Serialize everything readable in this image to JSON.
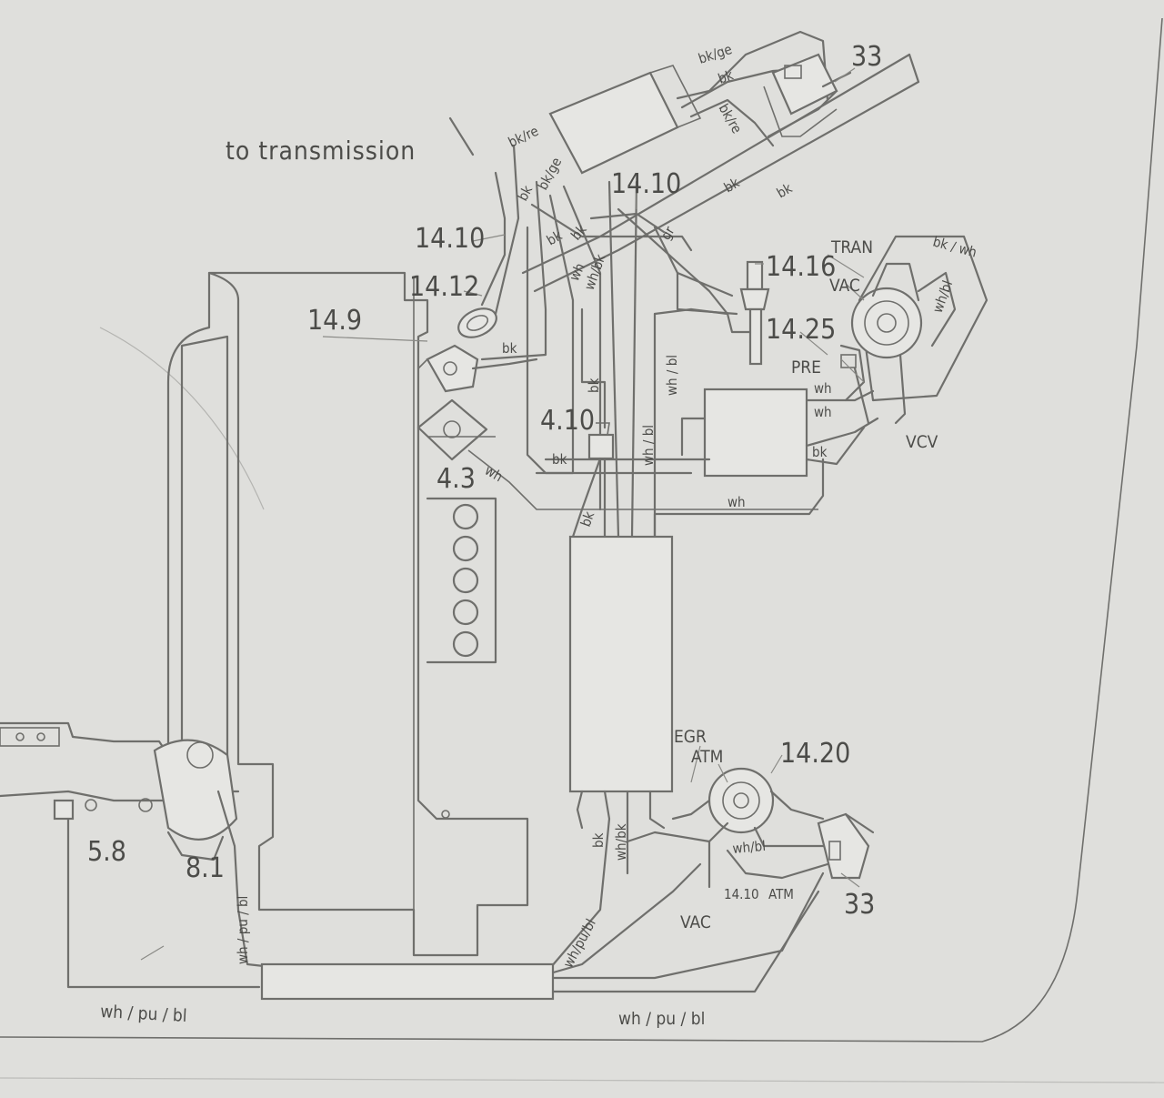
{
  "title_label": "to transmission",
  "components": {
    "c33_top": "33",
    "c14_10_a": "14.10",
    "c14_10_b": "14.10",
    "c14_12": "14.12",
    "c14_9": "14.9",
    "c14_16": "14.16",
    "c14_25": "14.25",
    "c4_10": "4.10",
    "c4_3": "4.3",
    "c14_20": "14.20",
    "c5_8": "5.8",
    "c8_1": "8.1",
    "c33_bottom": "33",
    "c14_10_small": "14.10"
  },
  "port_labels": {
    "tran": "TRAN",
    "vac_top": "VAC",
    "pre": "PRE",
    "vcv": "VCV",
    "egr": "EGR",
    "atm_a": "ATM",
    "atm_b": "ATM",
    "vac_bottom": "VAC"
  },
  "hose_labels": {
    "bk_ge_top": "bk/ge",
    "bk_a": "bk",
    "bk_re_diag": "bk/re",
    "bk_re_left": "bk/re",
    "bk_ge_mid": "bk/ge",
    "bk_b": "bk",
    "bk_c": "bk",
    "bk_d": "bk",
    "bk_e": "bk",
    "bk_f": "bk",
    "gr": "gr",
    "wh_1": "wh",
    "wh_bk": "wh/bk",
    "wh_bl_1": "wh / bl",
    "wh_bl_2": "wh / bl",
    "bk_wh": "bk / wh",
    "wh_bl_3": "wh/bl",
    "bk_g": "bk",
    "wh_2": "wh",
    "bk_h": "bk",
    "bk_i": "bk",
    "wh_3": "wh",
    "wh_4": "wh",
    "bk_j": "bk",
    "bk_k": "bk",
    "bk_l": "bk",
    "wh_bk_2": "wh/bk",
    "wh_bl_4": "wh/bl",
    "wh_pu_bl_diag": "wh/pu/bl",
    "wh_pu_bl_vert": "wh / pu / bl",
    "wh_pu_bl_left": "wh / pu / bl",
    "wh_pu_bl_right": "wh / pu / bl"
  }
}
